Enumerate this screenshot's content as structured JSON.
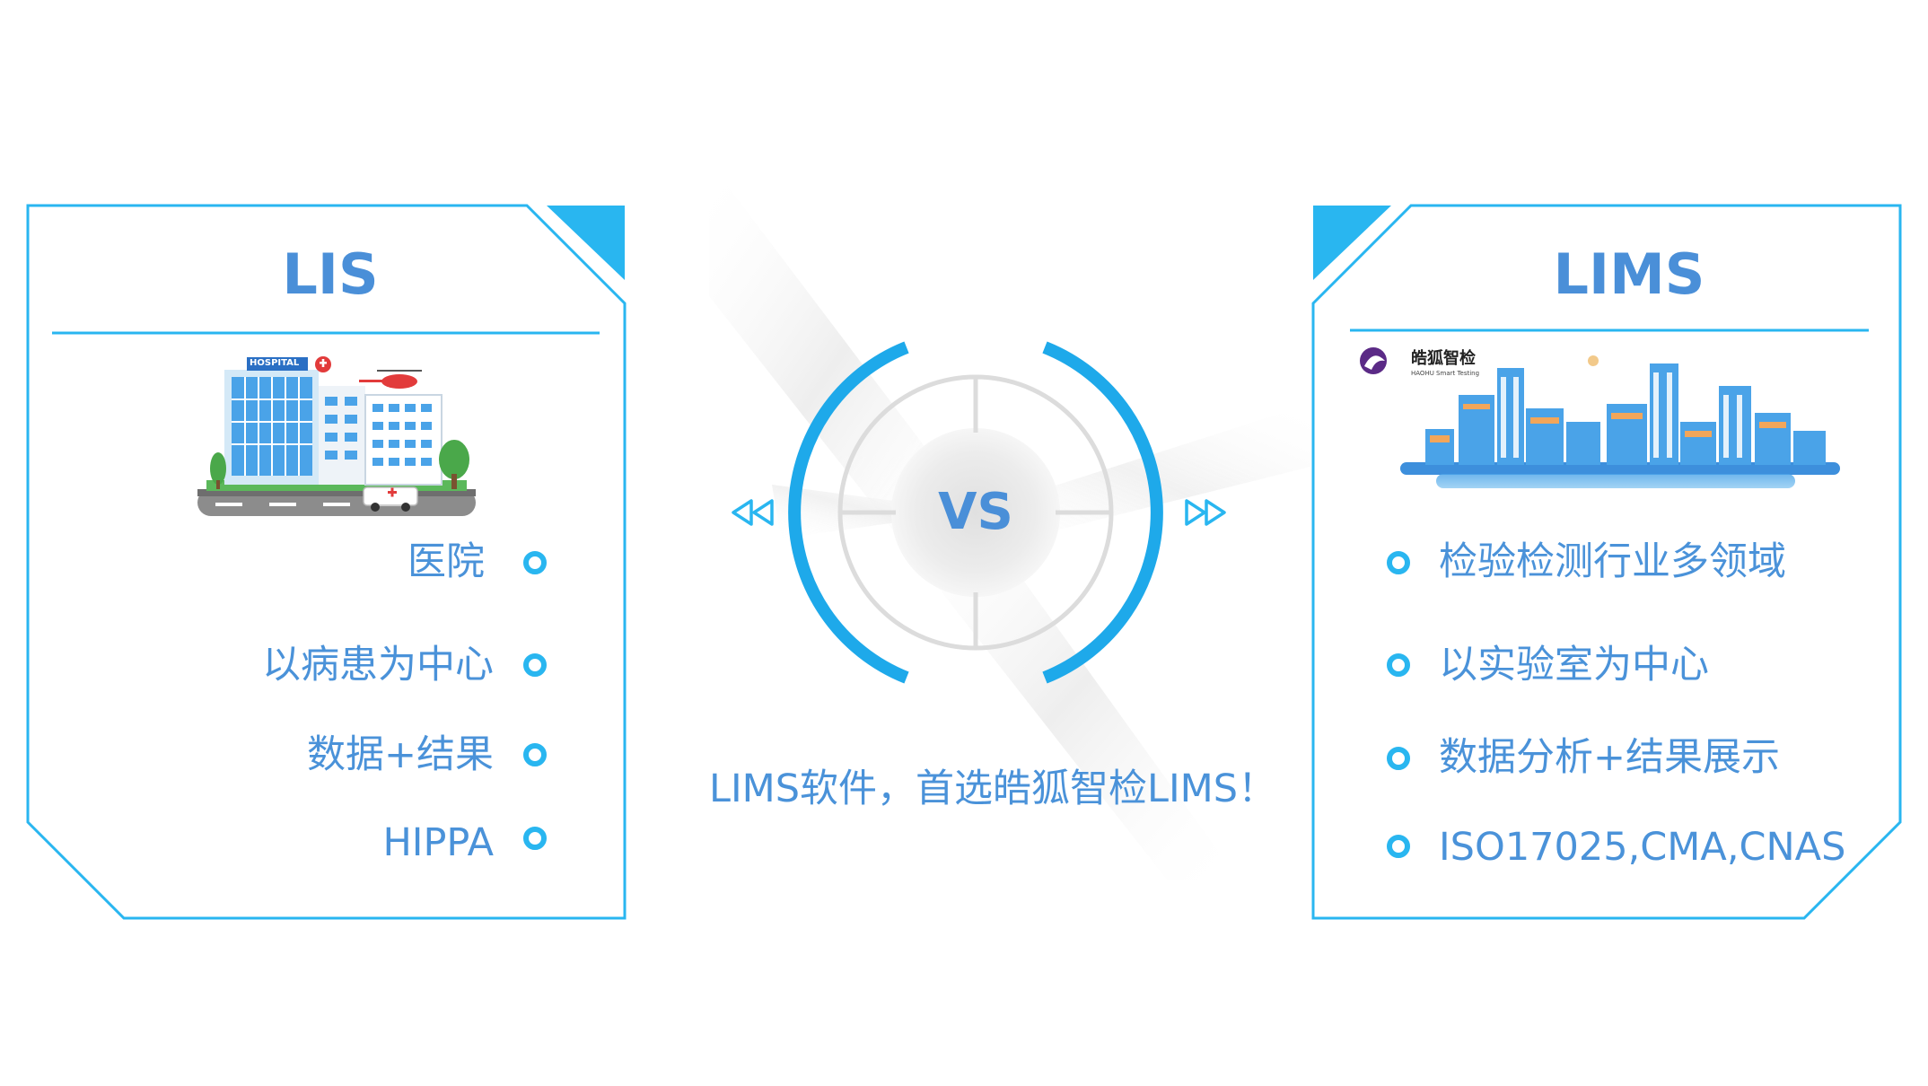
{
  "left_card": {
    "title": "LIS",
    "illustration": "hospital-illustration",
    "hospital_sign": "HOSPITAL",
    "items": [
      "医院",
      "以病患为中心",
      "数据+结果",
      "HIPPA"
    ]
  },
  "center": {
    "vs_label": "VS",
    "left_arrows_icon": "double-left-arrow-icon",
    "right_arrows_icon": "double-right-arrow-icon",
    "slogan": "LIMS软件，首选皓狐智检LIMS！"
  },
  "right_card": {
    "title": "LIMS",
    "illustration": "city-skyline-illustration",
    "brand_name": "皓狐智检",
    "brand_tagline": "HAOHU Smart Testing",
    "items": [
      "检验检测行业多领域",
      "以实验室为中心",
      "数据分析+结果展示",
      "ISO17025,CMA,CNAS"
    ]
  },
  "colors": {
    "accent": "#29b6f0",
    "text_blue": "#4a92d9",
    "ring_gray": "#d9d9d9",
    "brand_purple": "#5b2a86"
  }
}
